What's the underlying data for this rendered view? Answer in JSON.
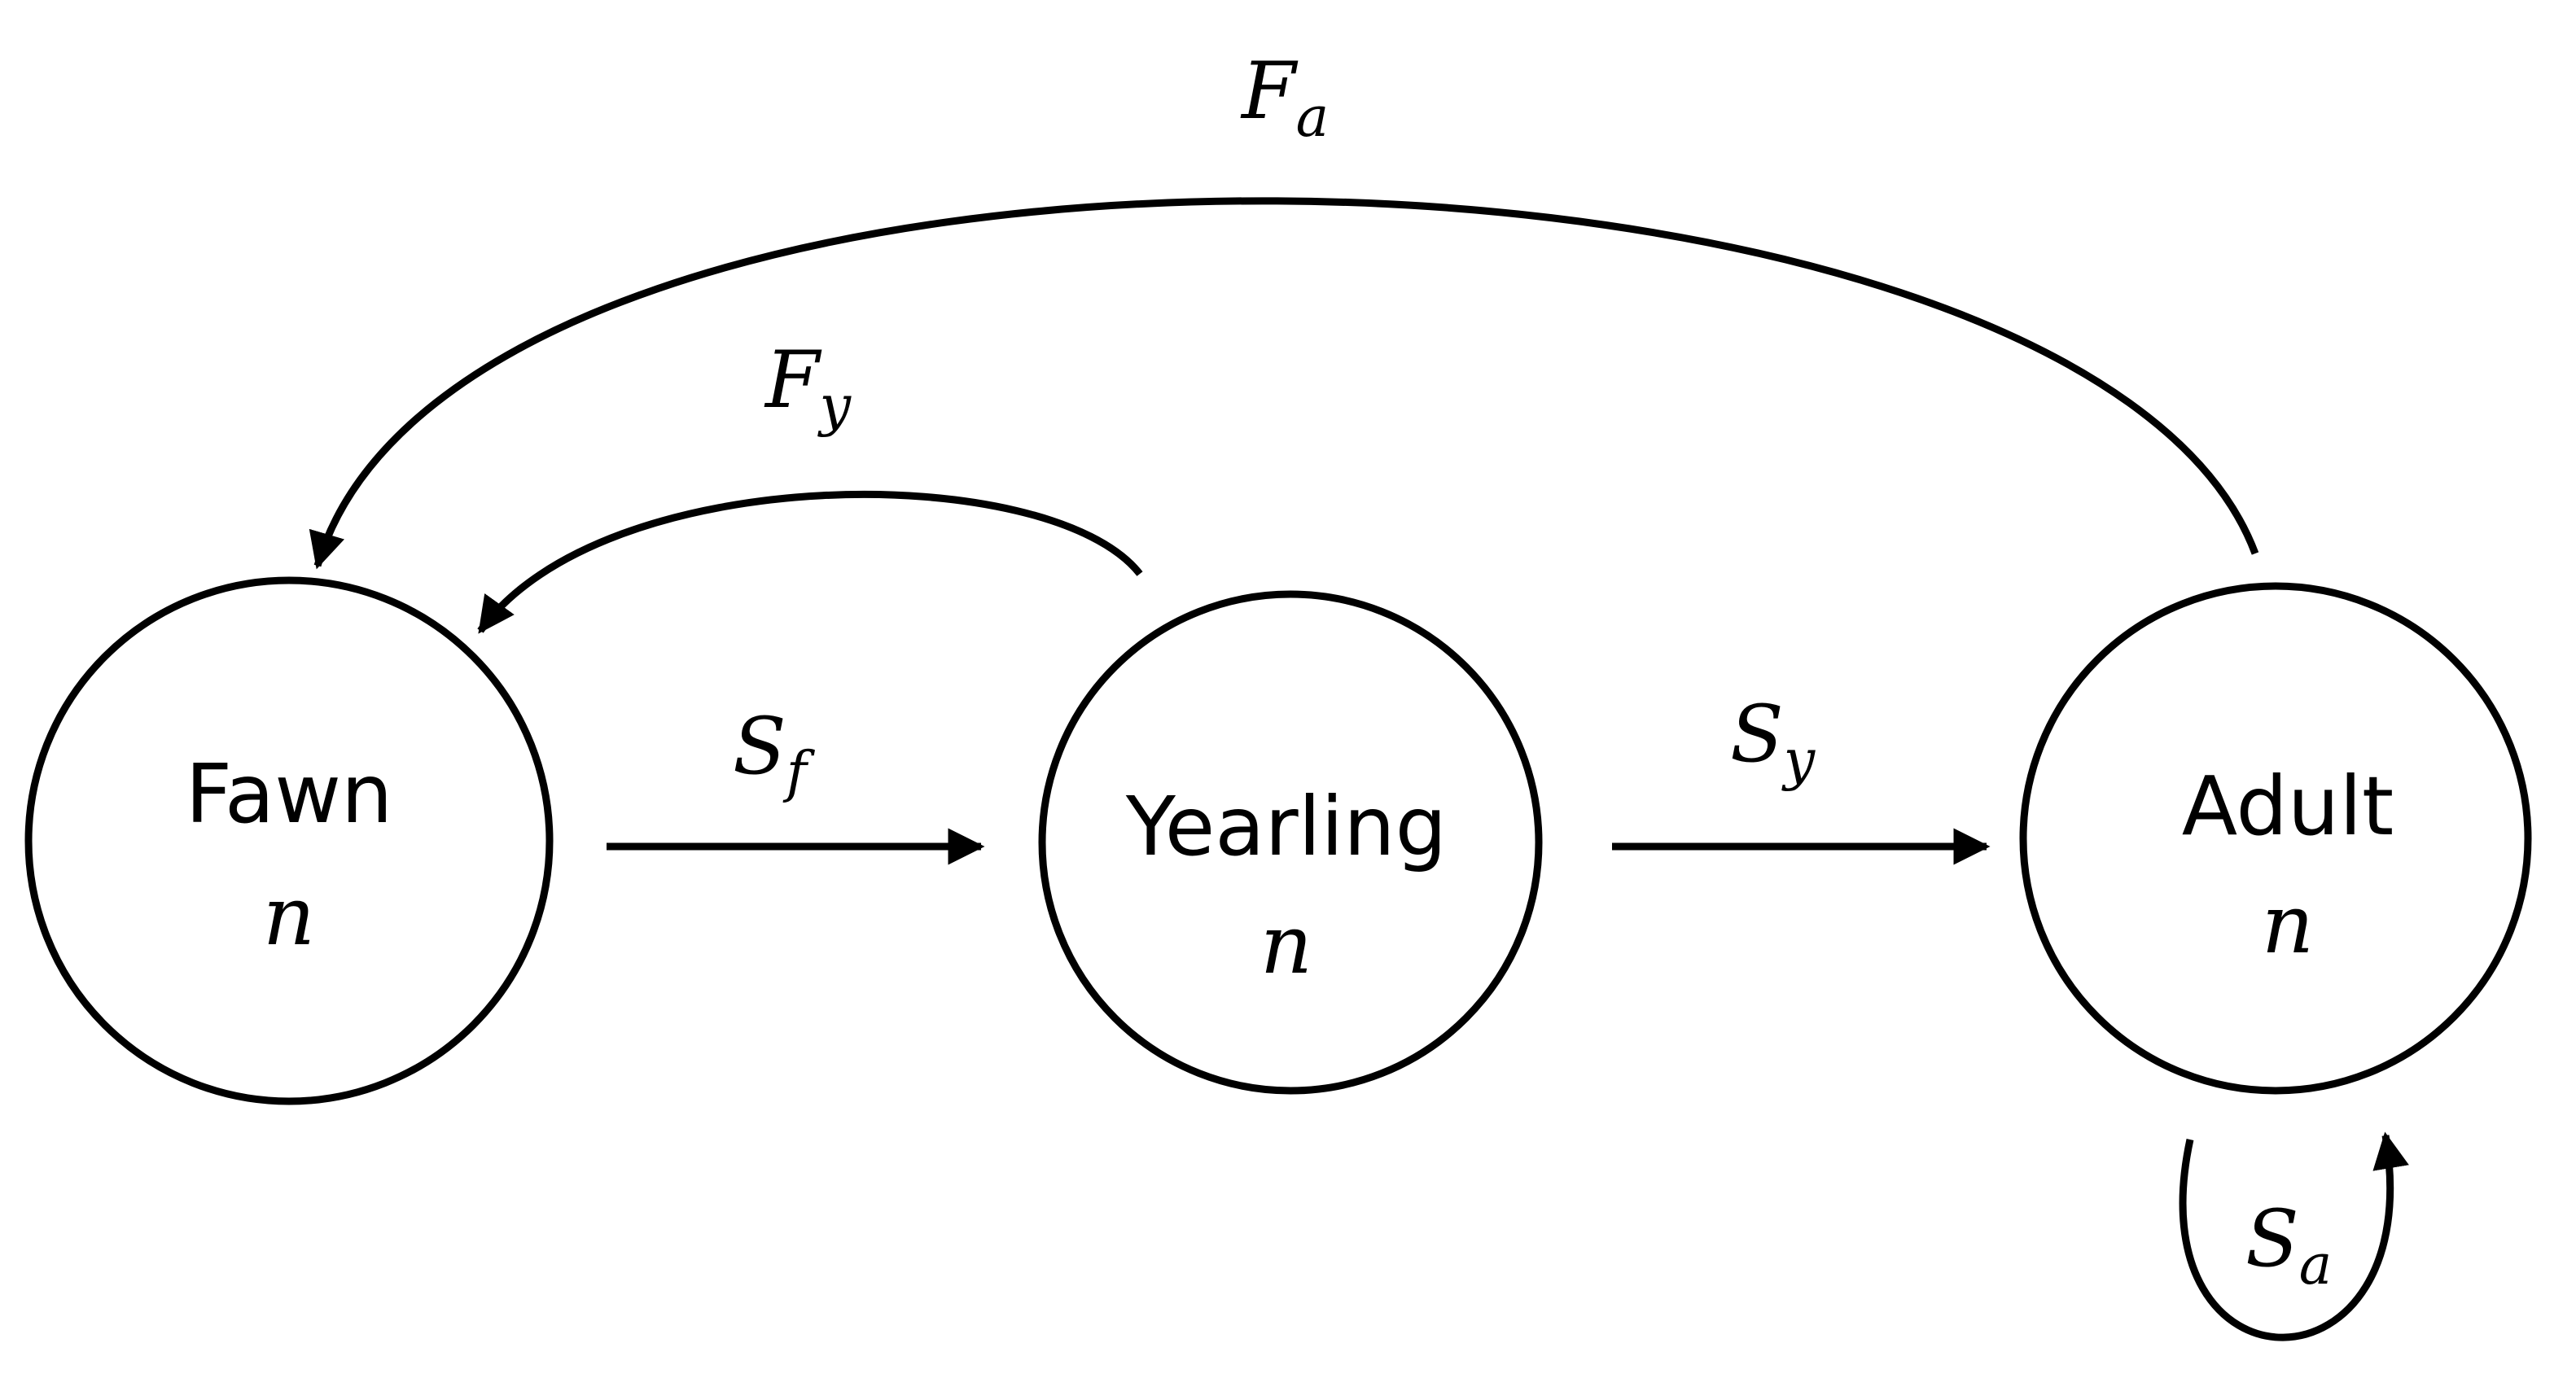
{
  "stages": {
    "fawn": {
      "label": "Fawn",
      "count": "n"
    },
    "yearling": {
      "label": "Yearling",
      "count": "n"
    },
    "adult": {
      "label": "Adult",
      "count": "n"
    }
  },
  "transitions": {
    "fawn_survival": {
      "symbol": "S",
      "subscript": "f"
    },
    "yearling_survival": {
      "symbol": "S",
      "subscript": "y"
    },
    "adult_survival": {
      "symbol": "S",
      "subscript": "a"
    },
    "yearling_fecundity": {
      "symbol": "F",
      "subscript": "y"
    },
    "adult_fecundity": {
      "symbol": "F",
      "subscript": "a"
    }
  },
  "colors": {
    "stroke": "#000000",
    "background": "#ffffff"
  }
}
